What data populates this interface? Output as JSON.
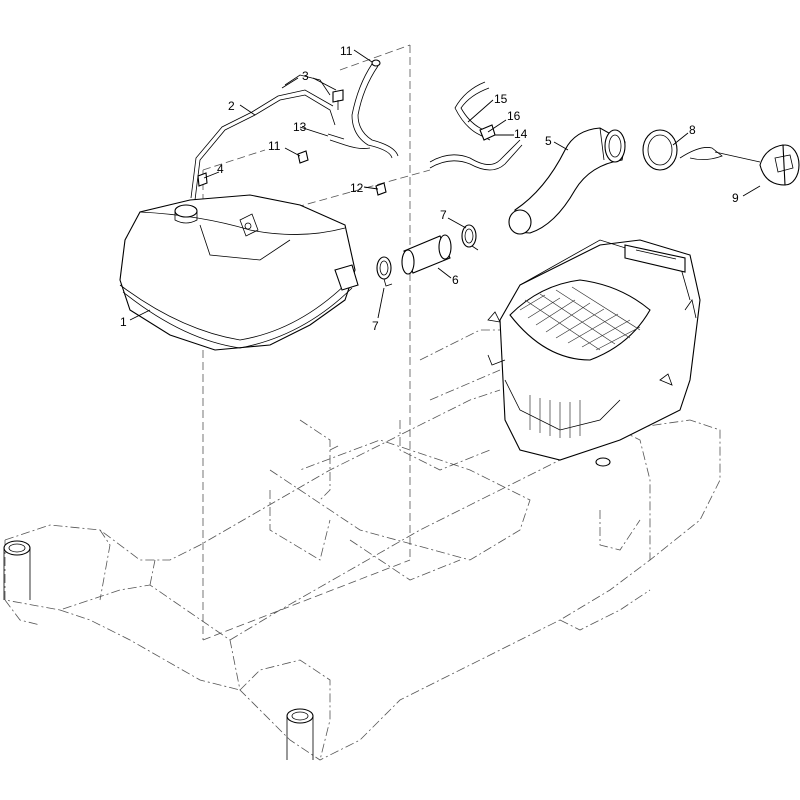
{
  "callouts": [
    {
      "label": "1"
    },
    {
      "label": "2"
    },
    {
      "label": "3"
    },
    {
      "label": "4"
    },
    {
      "label": "5"
    },
    {
      "label": "6"
    },
    {
      "label": "7"
    },
    {
      "label": "7"
    },
    {
      "label": "8"
    },
    {
      "label": "9"
    },
    {
      "label": "11"
    },
    {
      "label": "11"
    },
    {
      "label": "12"
    },
    {
      "label": "13"
    },
    {
      "label": "14"
    },
    {
      "label": "15"
    },
    {
      "label": "16"
    }
  ]
}
